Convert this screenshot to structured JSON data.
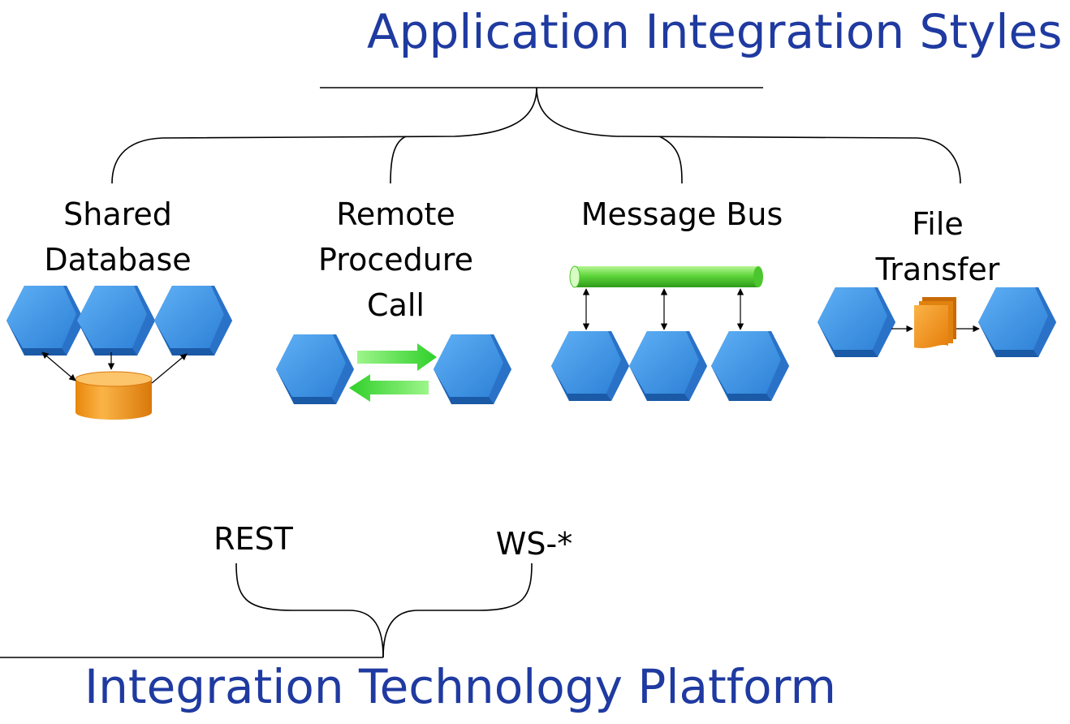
{
  "title_top": "Application Integration Styles",
  "title_bottom": "Integration Technology Platform",
  "styles": [
    {
      "lines": [
        "Shared",
        "Database"
      ]
    },
    {
      "lines": [
        "Remote",
        "Procedure",
        "Call"
      ]
    },
    {
      "lines": [
        "Message Bus"
      ]
    },
    {
      "lines": [
        "File",
        "Transfer"
      ]
    }
  ],
  "technologies": {
    "rest": "REST",
    "ws": "WS-*"
  },
  "colors": {
    "title": "#1f3aa0",
    "hexagon": "#3a8fe0",
    "database": "#f39a1c",
    "arrow": "#4be04b",
    "bus": "#5ed63a",
    "file": "#f59a1a"
  },
  "icons": [
    "application-hexagon-icon",
    "database-icon",
    "message-bus-icon",
    "file-stack-icon",
    "arrow-icon"
  ]
}
